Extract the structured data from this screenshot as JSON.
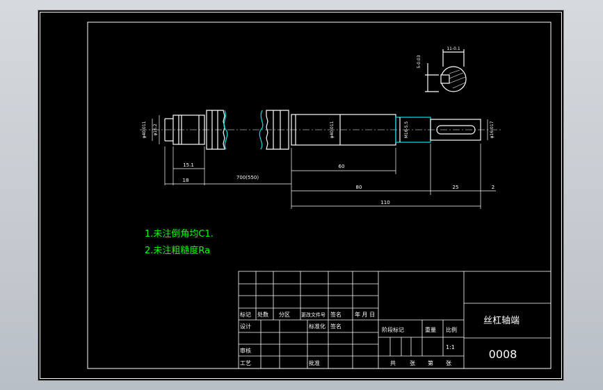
{
  "drawing": {
    "notes": [
      "1.未注倒角均C1.",
      "2.未注粗糙度Ra"
    ],
    "note_color": "#00ff00",
    "line_color": "#ffffff",
    "dimension_color": "#ffffff",
    "thread_color": "#00e5e5",
    "dims": {
      "d15_1": "15.1",
      "d18": "18",
      "d700": "700(550)",
      "d60": "60",
      "d80": "80",
      "d110": "110",
      "d25": "25",
      "d2": "2",
      "left_dia_a": "φ40.011",
      "left_dia_b": "φ16.2",
      "right_dia_a": "φ40.011",
      "mid_dia": "M16-5.5",
      "end_dia": "φ16.017",
      "section_top": "11-0.1",
      "section_side": "5-0.03"
    }
  },
  "title_block": {
    "part_name": "丝杠轴端",
    "drawing_no": "0008",
    "scale_label": "比例",
    "scale_value": "1:1",
    "weight_label": "重量",
    "stage_label": "阶段标记",
    "row_labels": {
      "mark": "标记",
      "count": "处数",
      "zone": "分区",
      "change_doc": "更改文件号",
      "sign": "签名",
      "date": "年 月 日",
      "design": "设计",
      "standardize": "标准化",
      "sign2": "签名",
      "review": "审核",
      "process": "工艺",
      "approve": "批准"
    },
    "sheets_total": "共",
    "sheets_unit": "张",
    "sheet_no": "第",
    "sheet_unit2": "张"
  }
}
